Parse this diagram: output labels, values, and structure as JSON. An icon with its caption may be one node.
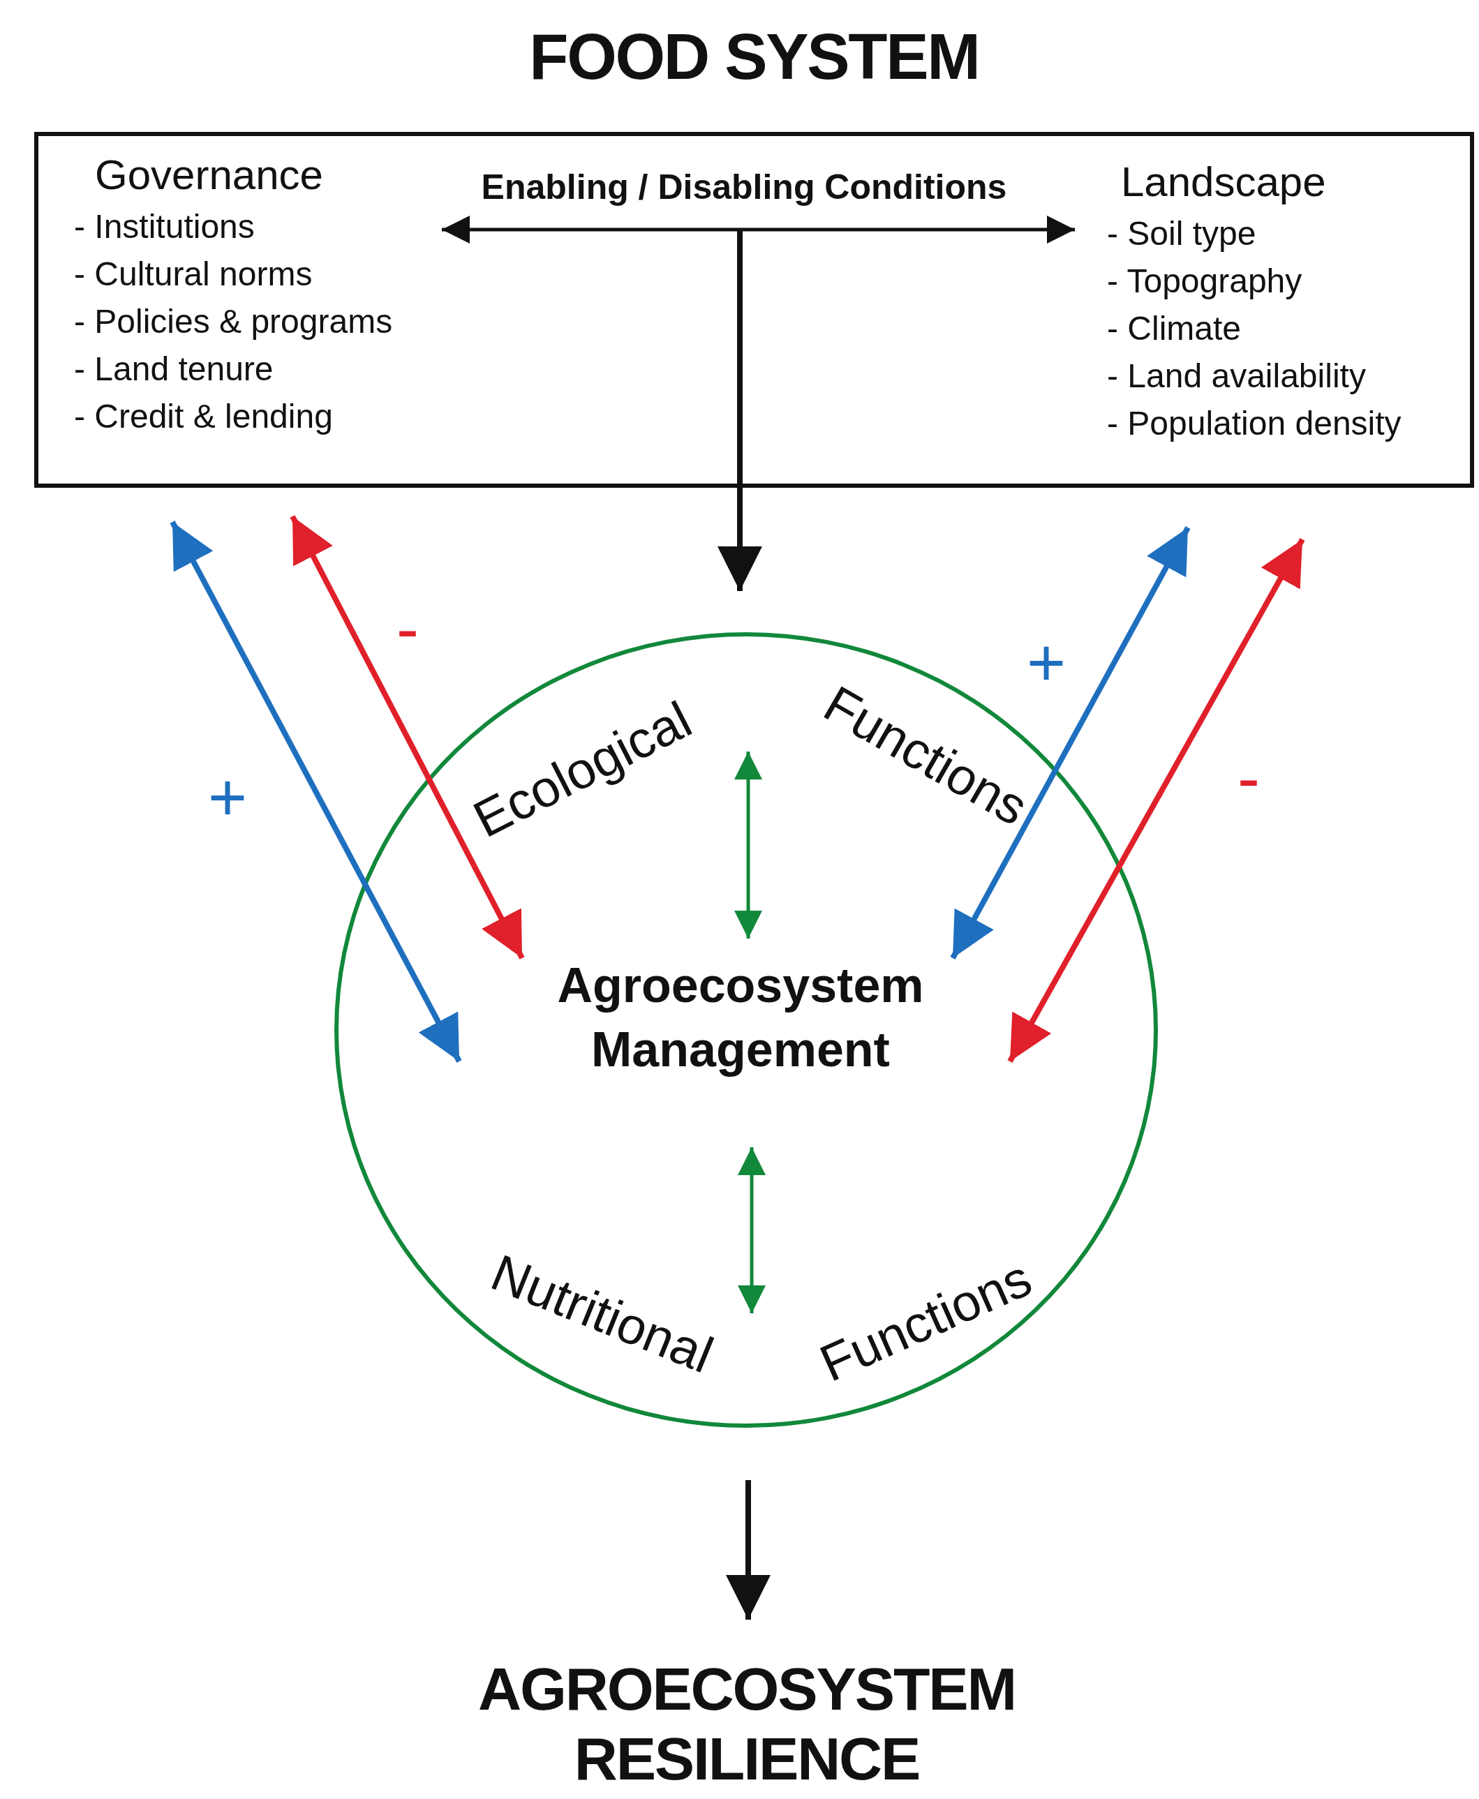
{
  "diagram": {
    "nodes": [
      {
        "text": [
          "FOOD SYSTEM"
        ]
      },
      {
        "text": [
          "Governance",
          "- Institutions",
          "- Cultural norms",
          "- Policies & programs",
          "- Land tenure",
          "- Credit & lending"
        ],
        "in": 0
      },
      {
        "text": [
          "Enabling / Disabling Conditions"
        ],
        "in": 0
      },
      {
        "text": [
          "Landscape",
          "- Soil type",
          "- Topography",
          "- Climate",
          "- Land availability",
          "- Population density"
        ],
        "in": 0
      },
      {
        "text": [],
        "shape": "circle"
      },
      {
        "text": [
          "Ecological",
          "Functions"
        ],
        "in": 4
      },
      {
        "text": [
          "Agroecosystem Management"
        ],
        "in": 4
      },
      {
        "text": [
          "Nutritional",
          "Functions"
        ],
        "in": 4
      },
      {
        "text": [
          "AGROECOSYSTEM RESILIENCE"
        ]
      }
    ],
    "edges": [
      {
        "from": 2,
        "to": 1,
        "arrow": "to"
      },
      {
        "from": 2,
        "to": 3,
        "arrow": "to"
      },
      {
        "from": 2,
        "to": 4,
        "arrow": "to"
      },
      {
        "from": 0,
        "to": 6,
        "arrow": "both",
        "label": "+",
        "color": "#1f6fbf"
      },
      {
        "from": 0,
        "to": 6,
        "arrow": "both",
        "label": "-",
        "color": "#e0202a"
      },
      {
        "from": 0,
        "to": 6,
        "arrow": "both",
        "label": "+",
        "color": "#1f6fbf"
      },
      {
        "from": 0,
        "to": 6,
        "arrow": "both",
        "label": "-",
        "color": "#e0202a"
      },
      {
        "from": 5,
        "to": 6,
        "arrow": "both",
        "color": "#11883a"
      },
      {
        "from": 6,
        "to": 7,
        "arrow": "both",
        "color": "#11883a"
      },
      {
        "from": 4,
        "to": 8,
        "arrow": "to"
      }
    ]
  }
}
